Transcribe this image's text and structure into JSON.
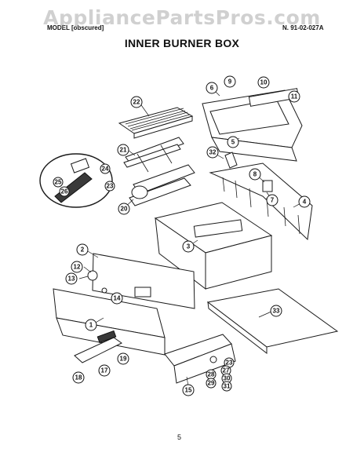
{
  "watermark": "AppliancePartsPros.com",
  "header": {
    "model_left": "MODEL  [obscured]",
    "model_right": "N. 91-02-027A",
    "title": "INNER BURNER BOX"
  },
  "footer": {
    "page_number": "5"
  },
  "callouts": [
    "1",
    "2",
    "3",
    "4",
    "5",
    "6",
    "7",
    "8",
    "9",
    "10",
    "11",
    "12",
    "13",
    "14",
    "15",
    "17",
    "18",
    "19",
    "20",
    "21",
    "22",
    "23",
    "24",
    "25",
    "26",
    "27",
    "28",
    "29",
    "30",
    "31",
    "32",
    "33"
  ]
}
